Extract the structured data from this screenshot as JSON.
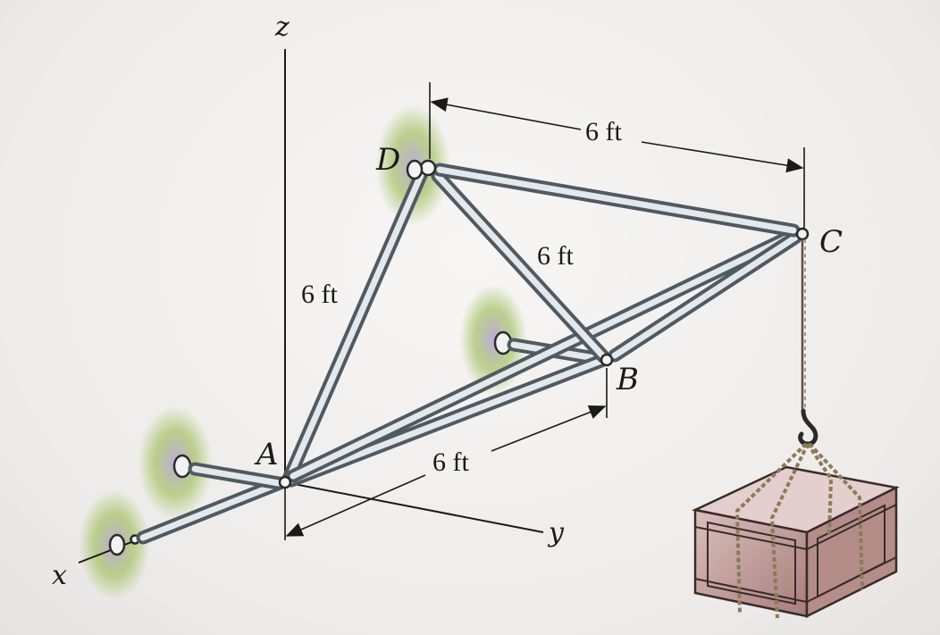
{
  "axes": {
    "x": "x",
    "y": "y",
    "z": "z"
  },
  "points": {
    "A": "A",
    "B": "B",
    "C": "C",
    "D": "D"
  },
  "dimensions": {
    "dc": "6 ft",
    "ad": "6 ft",
    "db": "6 ft",
    "ab": "6 ft"
  },
  "colors": {
    "member_dark": "#4f5a62",
    "member_light": "#e3e8eb",
    "support_glow": "#a7c46a",
    "crate": "#b58a86",
    "rope": "#8c7a5b"
  }
}
